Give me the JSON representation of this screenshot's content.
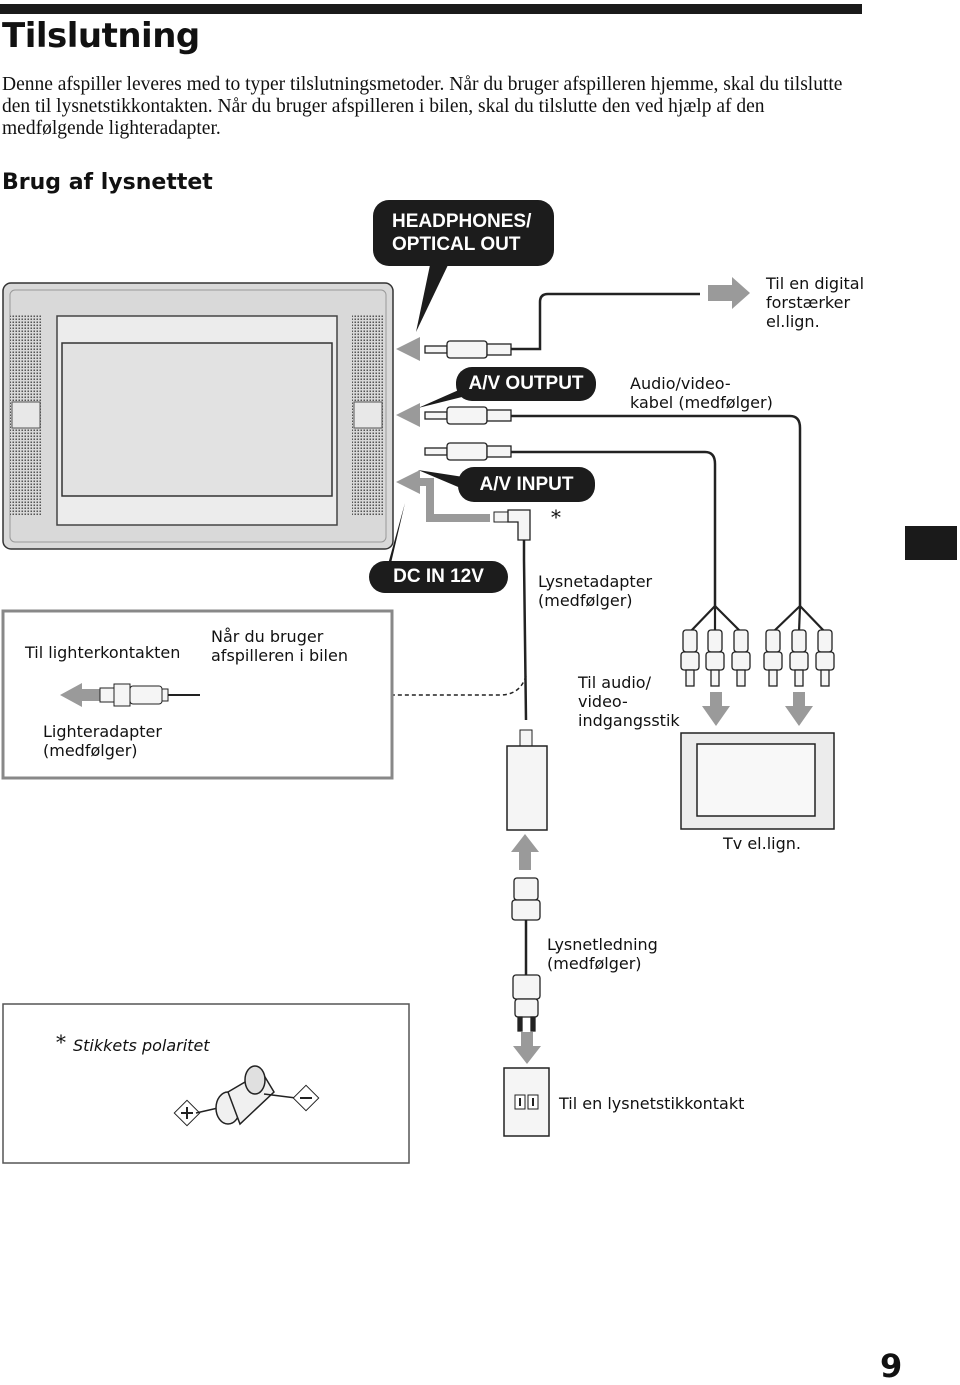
{
  "page": {
    "title": "Tilslutning",
    "intro": "Denne afspiller leveres med to typer tilslutningsmetoder. Når du bruger afspilleren hjemme, skal du tilslutte den til lysnetstikkontakten. Når du bruger afspilleren i bilen, skal du tilslutte den ved hjælp af den medfølgende lighteradapter.",
    "section_heading": "Brug af lysnettet",
    "page_number": "9"
  },
  "diagram": {
    "jack_headphones_line1": "HEADPHONES/",
    "jack_headphones_line2": "OPTICAL OUT",
    "jack_av_output": "A/V OUTPUT",
    "jack_av_input": "A/V INPUT",
    "jack_dc_in": "DC IN 12V",
    "digital_amp_line1": "Til en digital",
    "digital_amp_line2": "forstærker",
    "digital_amp_line3": "el.lign.",
    "av_cable_line1": "Audio/video-",
    "av_cable_line2": "kabel (medfølger)",
    "asterisk": "*",
    "ac_adapter_line1": "Lysnetadapter",
    "ac_adapter_line2": "(medfølger)",
    "car_socket": "Til lighterkontakten",
    "car_use_line1": "Når du bruger",
    "car_use_line2": "afspilleren i bilen",
    "car_adapter_line1": "Lighteradapter",
    "car_adapter_line2": "(medfølger)",
    "av_input_jacks_line1": "Til audio/",
    "av_input_jacks_line2": "video-",
    "av_input_jacks_line3": "indgangsstik",
    "tv": "Tv el.lign.",
    "power_cord_line1": "Lysnetledning",
    "power_cord_line2": "(medfølger)",
    "wall_outlet": "Til en lysnetstikkontakt",
    "polarity_asterisk": "*",
    "polarity_label": "Stikkets polaritet",
    "polarity_plus": "+",
    "polarity_minus": "−"
  }
}
